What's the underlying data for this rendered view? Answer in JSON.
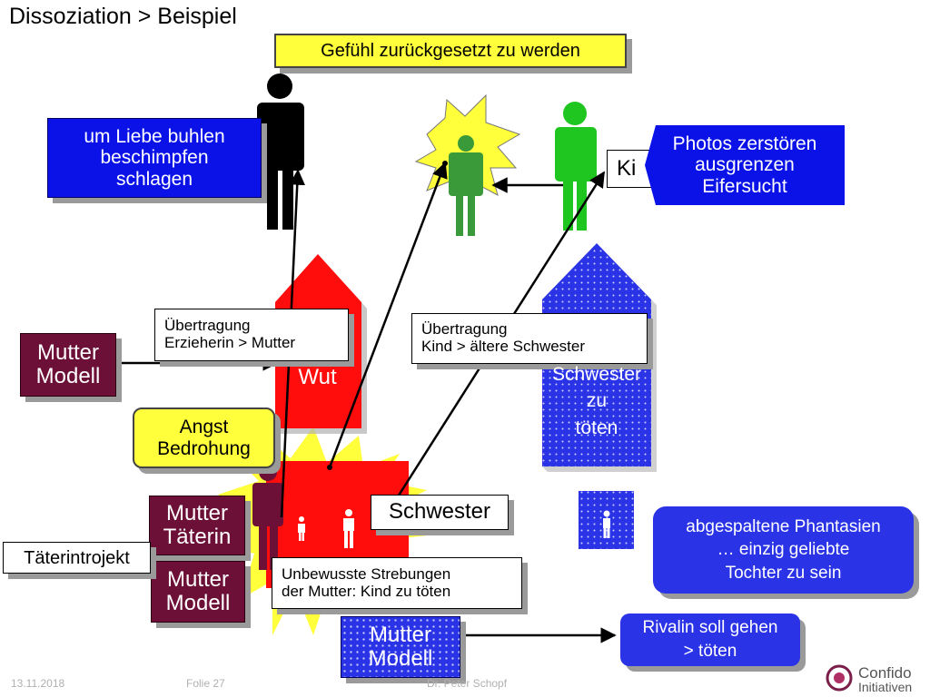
{
  "title": "Dissoziation > Beispiel",
  "labels": {
    "top_feeling": "Gefühl zurückgesetzt zu werden",
    "left_actions": "um Liebe buhlen\nbeschimpfen\nschlagen",
    "right_actions": "Photos zerstören\nausgrenzen\nEifersucht",
    "kind_partial": "Ki",
    "uebertragung_1": "Übertragung\nErzieherin > Mutter",
    "uebertragung_2": "Übertragung\nKind > ältere Schwester",
    "mutter_modell_left": "Mutter\nModell",
    "wut": "Wut",
    "angst": "Angst\nBedrohung",
    "mutter_taeterin": "Mutter\nTäterin",
    "mutter_modell_mid": "Mutter\nModell",
    "taeterintrojekt": "Täterintrojekt",
    "schwester": "Schwester",
    "unbewusste": "Unbewusste Strebungen\nder Mutter: Kind zu töten",
    "schwester_zu_toeten": "Schwester\nzu\ntöten",
    "abgespaltene": "abgespaltene Phantasien\n… einzig geliebte\nTochter zu sein",
    "mutter_modell_blue": "Mutter\nModell",
    "rivalin": "Rivalin soll gehen\n> töten"
  },
  "footer": {
    "date": "13.11.2018",
    "slide": "Folie 27",
    "author": "Dr. Peter Schopf",
    "logo_line1": "Confido",
    "logo_line2": "Initiativen"
  },
  "colors": {
    "maroon": "#6d1038",
    "blue": "#0a12e8",
    "red": "#ff0c0c",
    "yellow": "#ffff3c",
    "green": "#1fc61f",
    "dark_green": "#3a9a3a"
  },
  "icons": [
    "person-black-icon",
    "person-green-icon",
    "starburst-icon",
    "logo-icon"
  ]
}
